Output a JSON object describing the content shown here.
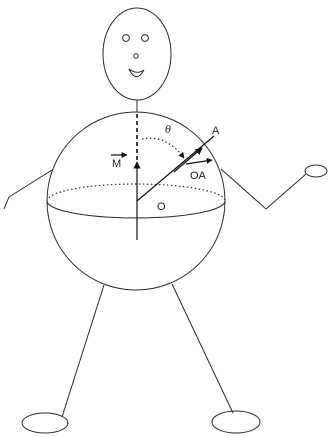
{
  "labels": {
    "point_a": "A",
    "vector_oa": "OA",
    "origin": "O",
    "vector_m": "M",
    "angle": "θ"
  },
  "colors": {
    "stroke": "#2a2a2a",
    "background": "#ffffff"
  }
}
